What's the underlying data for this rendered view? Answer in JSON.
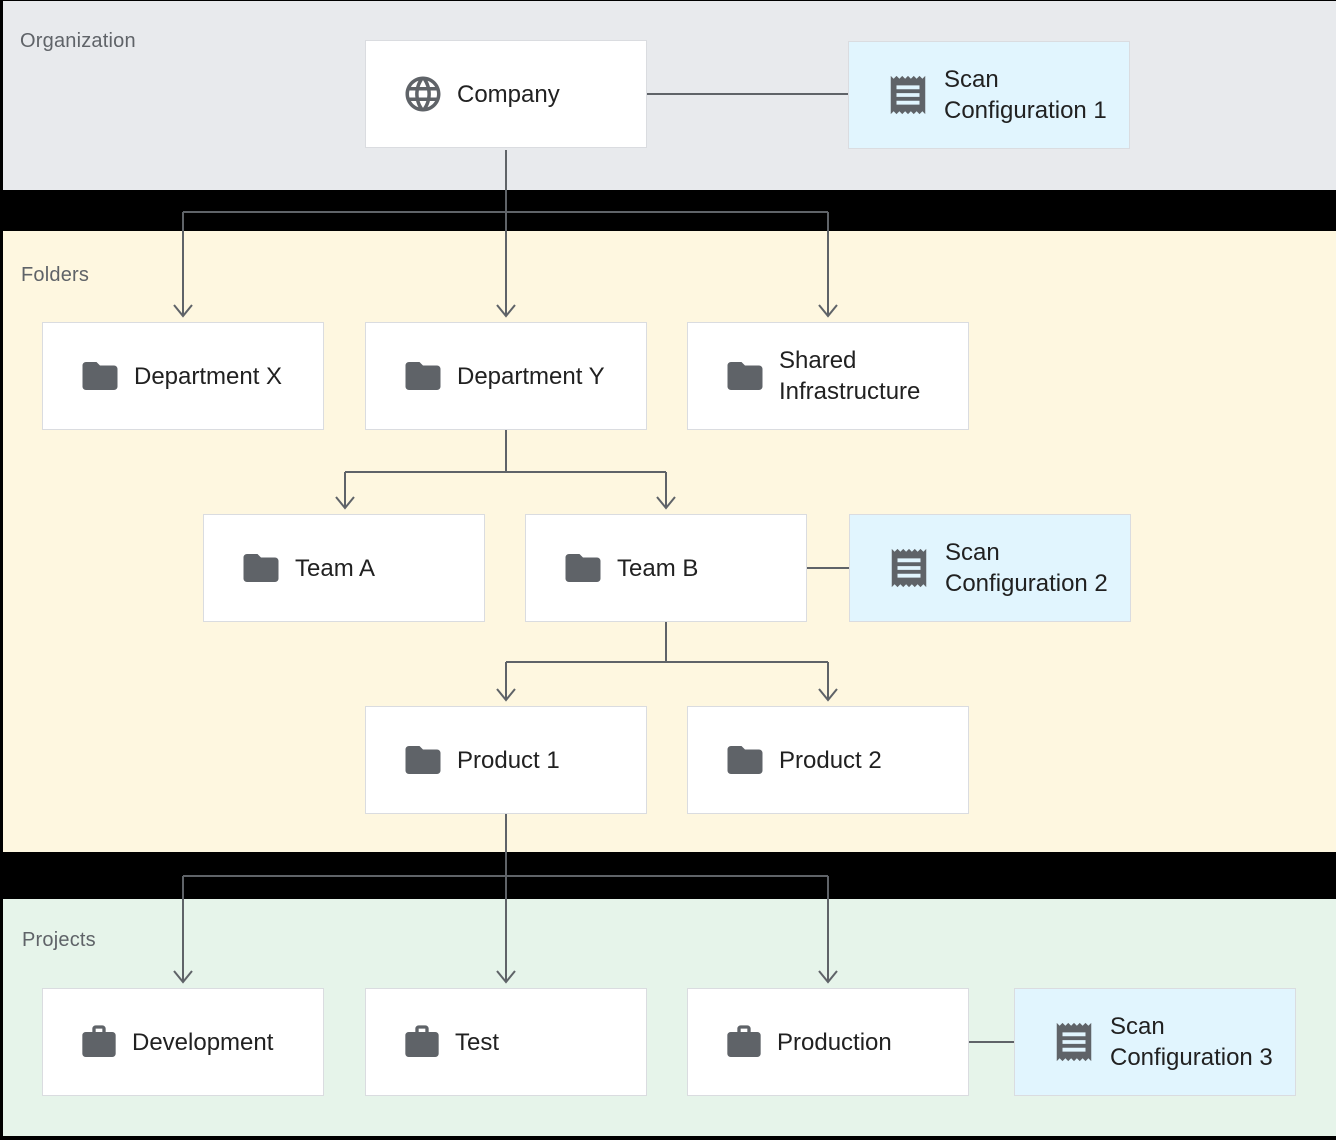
{
  "bands": {
    "organization": {
      "label": "Organization",
      "color": "#e8eaed"
    },
    "folders": {
      "label": "Folders",
      "color": "#fef7e0"
    },
    "projects": {
      "label": "Projects",
      "color": "#e6f4ea"
    }
  },
  "colors": {
    "page_background": "#000000",
    "node_fill": "#ffffff",
    "node_border": "#dadce0",
    "scan_config_fill": "#e1f5fe",
    "icon": "#5f6368",
    "connector_line": "#5f6368",
    "band_label_text": "#5f6368",
    "node_label_text": "#212121"
  },
  "nodes": {
    "company": {
      "label": "Company",
      "icon": "globe-icon"
    },
    "scan_config_1": {
      "label": "Scan Configuration 1",
      "lines": [
        "Scan",
        "Configuration 1"
      ],
      "icon": "receipt-icon"
    },
    "department_x": {
      "label": "Department X",
      "icon": "folder-icon"
    },
    "department_y": {
      "label": "Department Y",
      "icon": "folder-icon"
    },
    "shared_infrastructure": {
      "label": "Shared Infrastructure",
      "lines": [
        "Shared",
        "Infrastructure"
      ],
      "icon": "folder-icon"
    },
    "team_a": {
      "label": "Team A",
      "icon": "folder-icon"
    },
    "team_b": {
      "label": "Team B",
      "icon": "folder-icon"
    },
    "scan_config_2": {
      "label": "Scan Configuration 2",
      "lines": [
        "Scan",
        "Configuration 2"
      ],
      "icon": "receipt-icon"
    },
    "product_1": {
      "label": "Product 1",
      "icon": "folder-icon"
    },
    "product_2": {
      "label": "Product 2",
      "icon": "folder-icon"
    },
    "development": {
      "label": "Development",
      "icon": "briefcase-icon"
    },
    "test": {
      "label": "Test",
      "icon": "briefcase-icon"
    },
    "production": {
      "label": "Production",
      "icon": "briefcase-icon"
    },
    "scan_config_3": {
      "label": "Scan Configuration 3",
      "lines": [
        "Scan",
        "Configuration 3"
      ],
      "icon": "receipt-icon"
    }
  }
}
